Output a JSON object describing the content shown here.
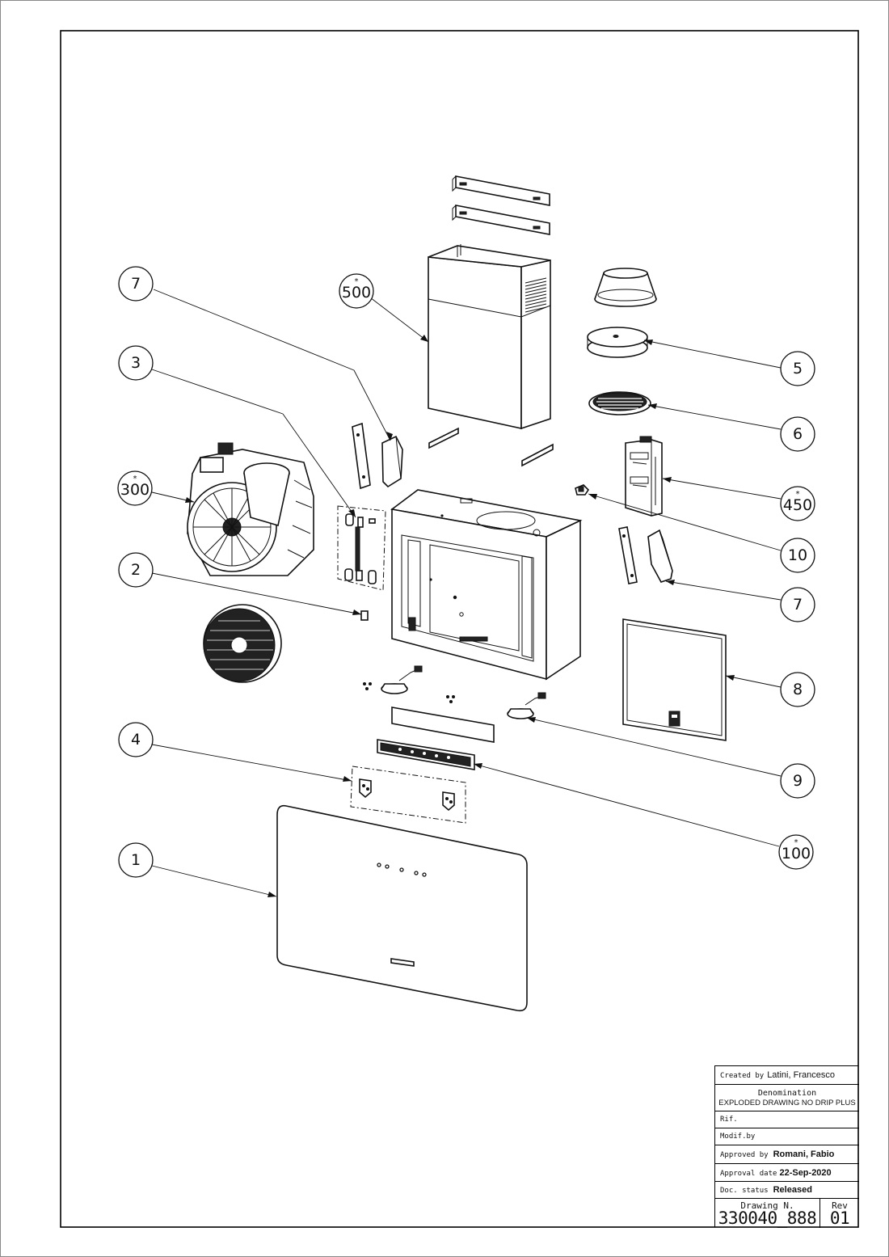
{
  "drawing": {
    "balloons": [
      {
        "id": "b7-left",
        "label": "7",
        "star": false
      },
      {
        "id": "b500",
        "label": "500",
        "star": true
      },
      {
        "id": "b3",
        "label": "3",
        "star": false
      },
      {
        "id": "b300",
        "label": "300",
        "star": true
      },
      {
        "id": "b2",
        "label": "2",
        "star": false
      },
      {
        "id": "b4",
        "label": "4",
        "star": false
      },
      {
        "id": "b1",
        "label": "1",
        "star": false
      },
      {
        "id": "b5",
        "label": "5",
        "star": false
      },
      {
        "id": "b6",
        "label": "6",
        "star": false
      },
      {
        "id": "b450",
        "label": "450",
        "star": true
      },
      {
        "id": "b10",
        "label": "10",
        "star": false
      },
      {
        "id": "b7-right",
        "label": "7",
        "star": false
      },
      {
        "id": "b8",
        "label": "8",
        "star": false
      },
      {
        "id": "b9",
        "label": "9",
        "star": false
      },
      {
        "id": "b100",
        "label": "100",
        "star": true
      }
    ],
    "star_symbol": "*"
  },
  "title_block": {
    "created_by_label": "Created by",
    "created_by_value": "Latini, Francesco",
    "denomination_label": "Denomination",
    "denomination_value": "EXPLODED DRAWING NO DRIP PLUS",
    "rif_label": "Rif.",
    "modif_label": "Modif.by",
    "approved_by_label": "Approved by",
    "approved_by_value": "Romani, Fabio",
    "approval_date_label": "Approval date",
    "approval_date_value": "22-Sep-2020",
    "doc_status_label": "Doc. status",
    "doc_status_value": "Released",
    "drawing_no_label": "Drawing N.",
    "drawing_no_value": "330040_888",
    "rev_label": "Rev",
    "rev_value": "01"
  }
}
